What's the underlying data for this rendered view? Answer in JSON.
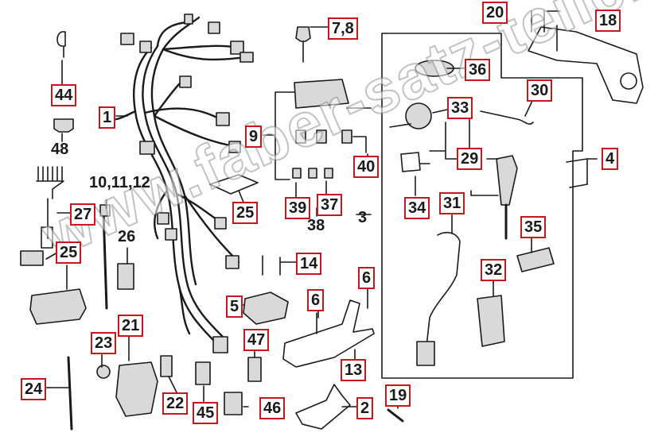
{
  "colors": {
    "callout_border": "#c8161d",
    "line": "#1a1a1a",
    "part_fill": "#d9d9d9"
  },
  "callouts": [
    {
      "id": "1",
      "text": "1"
    },
    {
      "id": "2",
      "text": "2"
    },
    {
      "id": "3",
      "text": "3"
    },
    {
      "id": "4",
      "text": "4"
    },
    {
      "id": "5",
      "text": "5"
    },
    {
      "id": "6a",
      "text": "6"
    },
    {
      "id": "6b",
      "text": "6"
    },
    {
      "id": "7_8",
      "text": "7,8"
    },
    {
      "id": "9",
      "text": "9"
    },
    {
      "id": "10_11_12",
      "text": "10,11,12"
    },
    {
      "id": "13",
      "text": "13"
    },
    {
      "id": "14",
      "text": "14"
    },
    {
      "id": "18",
      "text": "18"
    },
    {
      "id": "19",
      "text": "19"
    },
    {
      "id": "20",
      "text": "20"
    },
    {
      "id": "21",
      "text": "21"
    },
    {
      "id": "22",
      "text": "22"
    },
    {
      "id": "23",
      "text": "23"
    },
    {
      "id": "24",
      "text": "24"
    },
    {
      "id": "25a",
      "text": "25"
    },
    {
      "id": "25b",
      "text": "25"
    },
    {
      "id": "26",
      "text": "26"
    },
    {
      "id": "27",
      "text": "27"
    },
    {
      "id": "29",
      "text": "29"
    },
    {
      "id": "30",
      "text": "30"
    },
    {
      "id": "31",
      "text": "31"
    },
    {
      "id": "32",
      "text": "32"
    },
    {
      "id": "33",
      "text": "33"
    },
    {
      "id": "34",
      "text": "34"
    },
    {
      "id": "35",
      "text": "35"
    },
    {
      "id": "36",
      "text": "36"
    },
    {
      "id": "37",
      "text": "37"
    },
    {
      "id": "38",
      "text": "38"
    },
    {
      "id": "39",
      "text": "39"
    },
    {
      "id": "40",
      "text": "40"
    },
    {
      "id": "44",
      "text": "44"
    },
    {
      "id": "45",
      "text": "45"
    },
    {
      "id": "46",
      "text": "46"
    },
    {
      "id": "47",
      "text": "47"
    },
    {
      "id": "48",
      "text": "48"
    }
  ],
  "watermark": "www.faber-satz-teile.de"
}
